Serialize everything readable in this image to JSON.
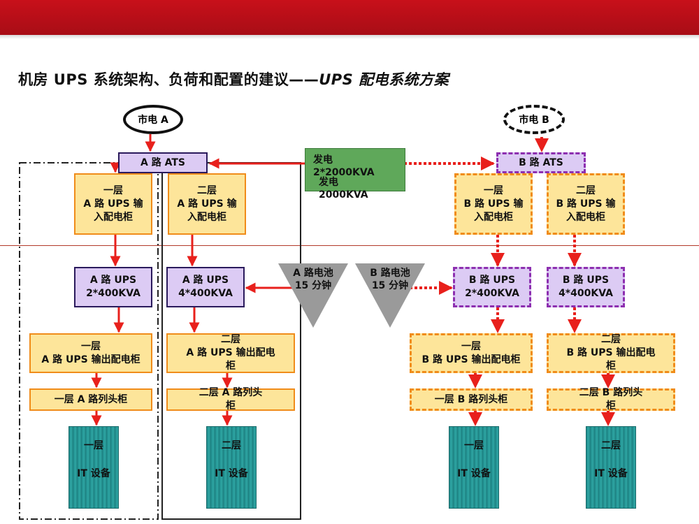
{
  "title": {
    "main": "机房 UPS 系统架构、负荷和配置的建议——",
    "sub": "UPS 配电系统方案"
  },
  "sources": {
    "city_a": "市电 A",
    "city_b": "市电 B"
  },
  "ats": {
    "a": "A 路 ATS",
    "b": "B 路 ATS"
  },
  "generator": {
    "label1": "发电",
    "label1b": "2*2000KVA",
    "label2": "发电",
    "label2b": "2000KVA"
  },
  "input_cabinets": {
    "a1": "一层\nA 路 UPS 输\n入配电柜",
    "a2": "二层\nA 路 UPS 输\n入配电柜",
    "b1": "一层\nB 路 UPS 输\n入配电柜",
    "b2": "二层\nB 路 UPS 输\n入配电柜"
  },
  "ups": {
    "a1": "A 路 UPS\n2*400KVA",
    "a2": "A 路 UPS\n4*400KVA",
    "b1": "B 路 UPS\n2*400KVA",
    "b2": "B 路 UPS\n4*400KVA"
  },
  "batteries": {
    "a": "A 路电池\n15 分钟",
    "b": "B 路电池\n15 分钟"
  },
  "output_cabinets": {
    "a1": "一层\nA 路 UPS 输出配电柜",
    "a2": "二层\nA 路 UPS 输出配电\n柜",
    "b1": "一层\nB 路 UPS 输出配电柜",
    "b2": "二层\nB 路 UPS 输出配电\n柜"
  },
  "row_heads": {
    "a1": "一层   A 路列头柜",
    "a2": "二层   A 路列头\n柜",
    "b1": "一层   B 路列头柜",
    "b2": "二层   B 路列头\n柜"
  },
  "it": {
    "a1_floor": "一层",
    "a1_label": "IT 设备",
    "a2_floor": "二层",
    "a2_label": "IT 设备",
    "b1_floor": "一层",
    "b1_label": "IT 设备",
    "b2_floor": "二层",
    "b2_label": "IT 设备"
  },
  "colors": {
    "arrow": "#e8201c",
    "yellow_fill": "#fde59a",
    "orange_border": "#f08c1a",
    "purple_fill": "#dccbf4",
    "generator": "#5fa85a",
    "it_teal": "#2fa6a4",
    "header_red": "#c8101a"
  }
}
